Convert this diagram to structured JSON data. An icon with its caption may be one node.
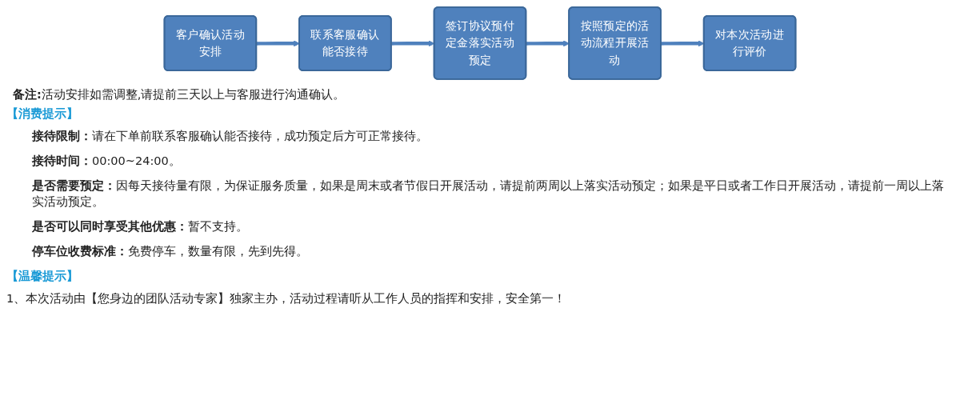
{
  "diagram": {
    "nodes": [
      {
        "text": [
          "客户确认活动安排"
        ]
      },
      {
        "text": [
          "联系客服确认能否接待"
        ]
      },
      {
        "text": [
          "签订协议预付定金落实活动预定"
        ]
      },
      {
        "text": [
          "按照预定的活动流程开展活动"
        ]
      },
      {
        "text": [
          "对本次活动进行评价"
        ]
      }
    ],
    "edges": [
      {
        "from": 0,
        "to": 1,
        "arrow": "to"
      },
      {
        "from": 1,
        "to": 2,
        "arrow": "to"
      },
      {
        "from": 2,
        "to": 3,
        "arrow": "to"
      },
      {
        "from": 3,
        "to": 4,
        "arrow": "to"
      }
    ],
    "labels": [
      "**备注:**活动安排如需调整,请提前三天以上与客服进行沟通确认。",
      "【消费提示】",
      "**接待限制：**请在下单前联系客服确认能否接待，成功预定后方可正常接待。",
      "**接待时间：**00:00~24:00。",
      "**是否需要预定：**因每天接待量有限，为保证服务质量，如果是周末或者节假日开展活动，请提前两周以上落实活动预定；如果是平日或者工作日开展活动，请提前一周以上落实活动预定。",
      "**是否可以同时享受其他优惠：**暂不支持。",
      "**停车位收费标准：**免费停车，数量有限，先到先得。",
      "【温馨提示】",
      "1、本次活动由【您身边的团队活动专家】独家主办，活动过程请听从工作人员的指挥和安排，安全第一！"
    ]
  }
}
